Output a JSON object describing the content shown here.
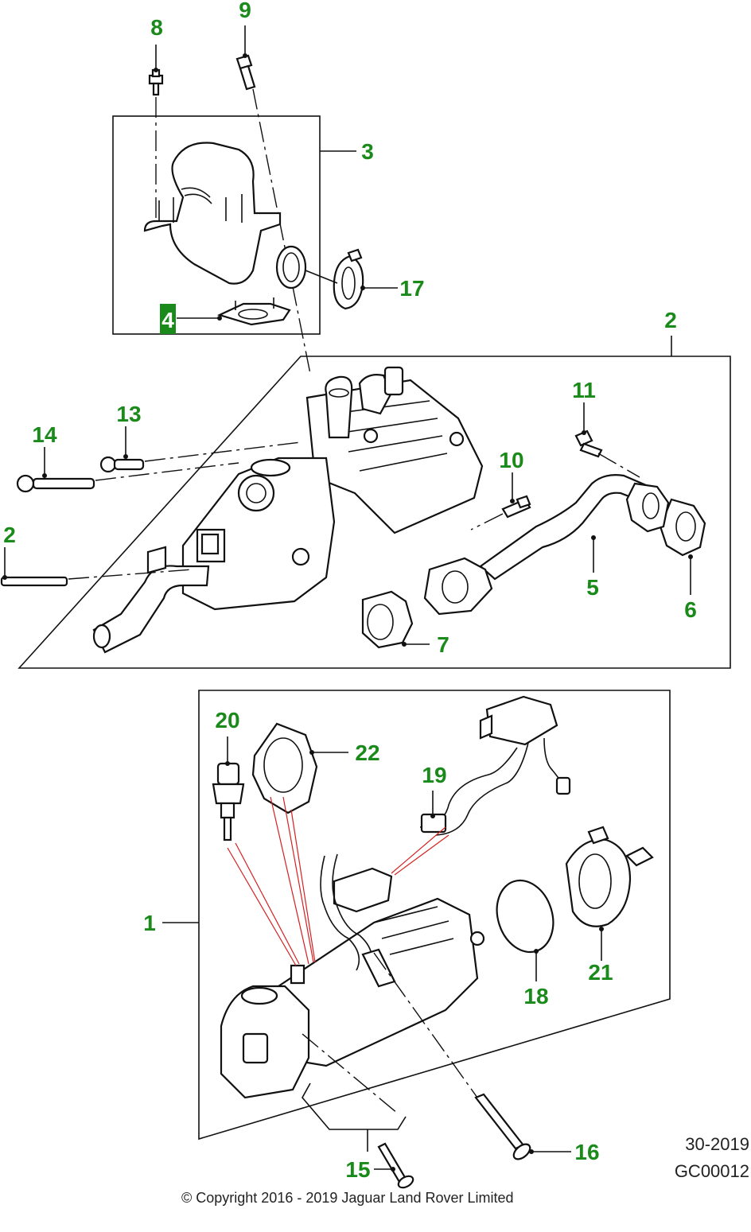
{
  "callouts": {
    "c1": "1",
    "c2a": "2",
    "c2b": "2",
    "c3": "3",
    "c4": "4",
    "c5": "5",
    "c6": "6",
    "c7": "7",
    "c8": "8",
    "c9": "9",
    "c10": "10",
    "c11": "11",
    "c13": "13",
    "c14": "14",
    "c15": "15",
    "c16": "16",
    "c17": "17",
    "c18": "18",
    "c19": "19",
    "c20": "20",
    "c21": "21",
    "c22": "22"
  },
  "reference": {
    "group": "30-2019",
    "code": "GC00012"
  },
  "copyright": "© Copyright 2016 - 2019 Jaguar Land Rover Limited",
  "colors": {
    "callout": "#1a8a1a",
    "leader": "#111111",
    "hidden_line": "#d42020",
    "highlight": "#1a8a1a"
  }
}
